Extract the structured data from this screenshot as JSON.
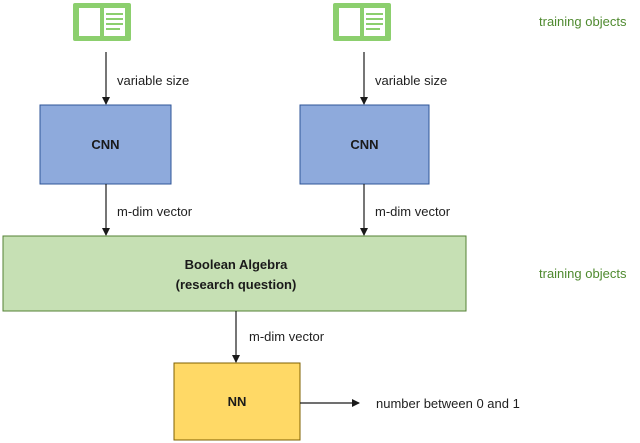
{
  "input_icons": [
    {
      "name": "book-icon",
      "color": "#8ccf6e"
    },
    {
      "name": "book-icon",
      "color": "#8ccf6e"
    }
  ],
  "side_labels": {
    "top": "training objects",
    "middle": "training objects"
  },
  "edges": {
    "left_input": "variable size",
    "right_input": "variable size",
    "left_output": "m-dim vector",
    "right_output": "m-dim vector",
    "algebra_output": "m-dim vector",
    "nn_output": "number between 0 and 1"
  },
  "boxes": {
    "cnn_left": {
      "label": "CNN",
      "color": "#8eaadc"
    },
    "cnn_right": {
      "label": "CNN",
      "color": "#8eaadc"
    },
    "boolean_algebra": {
      "line1": "Boolean Algebra",
      "line2": "(research question)",
      "color": "#c6e0b4"
    },
    "nn": {
      "label": "NN",
      "color": "#ffd966"
    }
  }
}
